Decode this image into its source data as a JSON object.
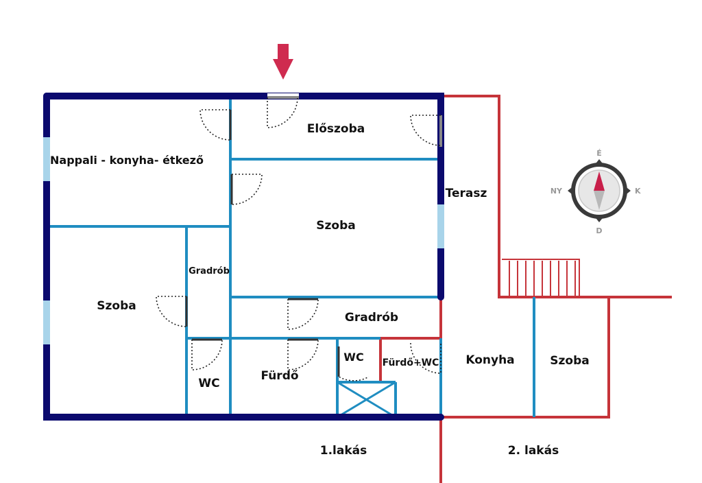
{
  "colors": {
    "outer_wall": "#0b0a6e",
    "inner_wall": "#1f8dc1",
    "apartment2_wall": "#c6343a",
    "window": "#a8d4ea",
    "entrance_arrow": "#cf2b4f",
    "compass_ring": "#3a3a3a",
    "compass_needle_north": "#c81f4a",
    "compass_needle_south": "#b8b8b8"
  },
  "rooms": {
    "nappali": "Nappali - konyha- étkező",
    "eloszoba": "Előszoba",
    "szoba_middle": "Szoba",
    "szoba_left": "Szoba",
    "gardrob_small": "Gradrób",
    "gardrob_large": "Gradrób",
    "wc_bottom": "WC",
    "furdo": "Fürdő",
    "wc_small": "WC",
    "furdo_wc": "Fürdő+WC",
    "terasz": "Terasz",
    "konyha": "Konyha",
    "szoba_right": "Szoba"
  },
  "apartments": {
    "first": "1.lakás",
    "second": "2. lakás"
  },
  "compass": {
    "north": "É",
    "south": "D",
    "west": "NY",
    "east": "K"
  },
  "icons": {
    "entrance": "down-arrow-icon",
    "compass": "compass-icon"
  }
}
